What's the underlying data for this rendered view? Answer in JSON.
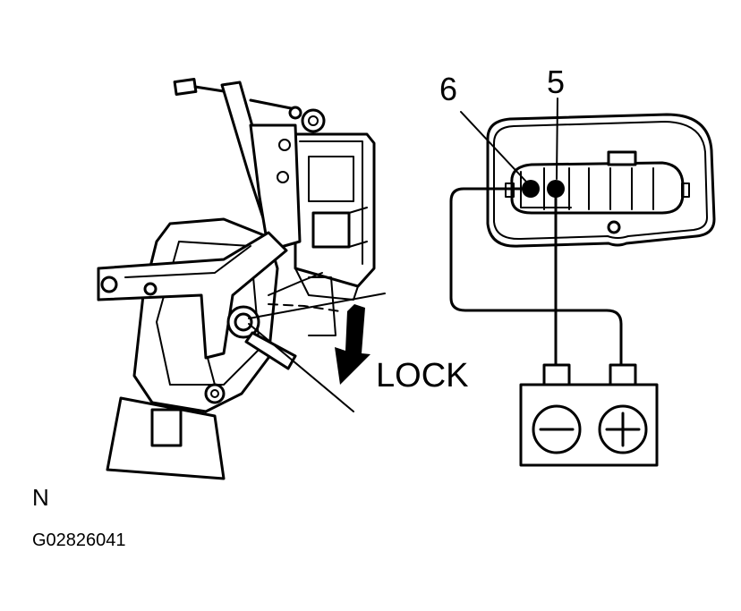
{
  "labels": {
    "lock": "LOCK",
    "terminal_6": "6",
    "terminal_5": "5",
    "view_letter": "N",
    "figure_id": "G02826041"
  }
}
